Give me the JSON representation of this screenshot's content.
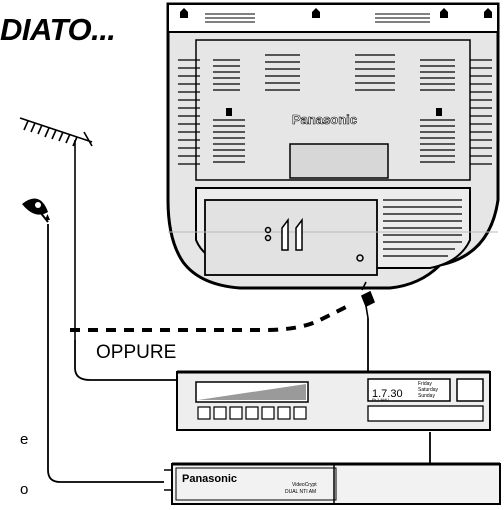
{
  "heading": "DIATO...",
  "tv": {
    "brand": "Panasonic"
  },
  "connection_label": "OPPURE",
  "decoder": {
    "clock": "1.7.30",
    "small_readout": "Pr 1 NHU",
    "days": [
      "Friday",
      "Saturday",
      "Sunday"
    ]
  },
  "vcr": {
    "brand": "Panasonic",
    "model_line1": "VideoCrypt",
    "model_line2": "DUAL NTI AM"
  },
  "edge_fragments": [
    "e",
    "o"
  ],
  "icons": [
    "antenna-icon",
    "satellite-dish-icon",
    "scart-plug-icon"
  ]
}
